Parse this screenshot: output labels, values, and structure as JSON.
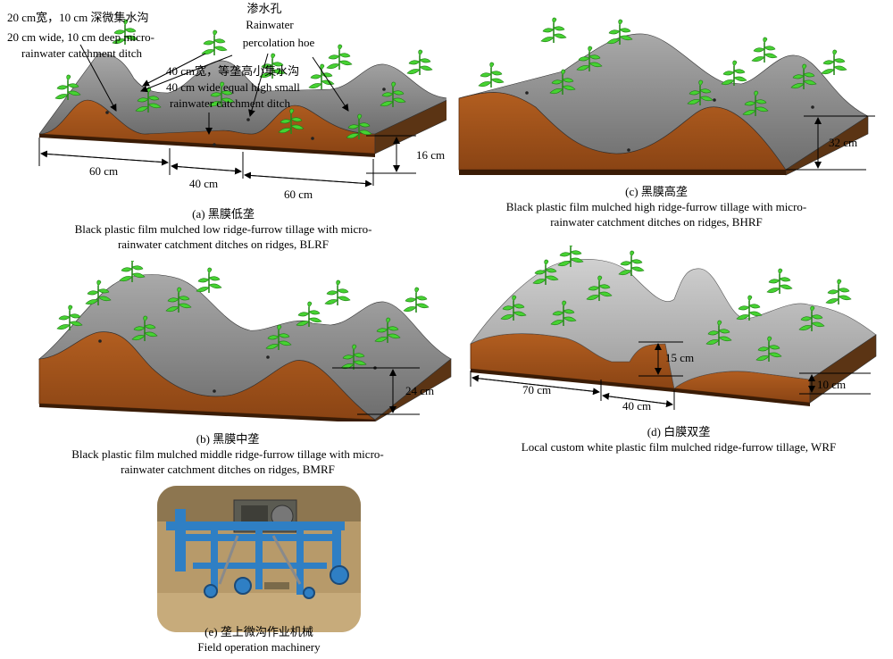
{
  "panel_a": {
    "label_ditch_zh": "20 cm宽，10 cm 深微集水沟",
    "label_ditch_en_1": "20 cm wide, 10 cm deep micro-",
    "label_ditch_en_2": "rainwater catchment ditch",
    "label_hole_zh": "渗水孔",
    "label_hole_en_1": "Rainwater",
    "label_hole_en_2": "percolation hoe",
    "label_equal_zh": "40 cm宽，等垄高小集水沟",
    "label_equal_en_1": "40 cm wide equal high small",
    "label_equal_en_2": "rainwater catchment ditch",
    "dim_left": "60 cm",
    "dim_mid": "40 cm",
    "dim_right": "60 cm",
    "dim_height": "16 cm",
    "caption_zh": "(a) 黑膜低垄",
    "caption_en_1": "Black plastic film mulched low ridge-furrow tillage with micro-",
    "caption_en_2": "rainwater catchment ditches on ridges, BLRF"
  },
  "panel_b": {
    "dim_height": "24 cm",
    "caption_zh": "(b) 黑膜中垄",
    "caption_en_1": "Black plastic film mulched middle ridge-furrow tillage with micro-",
    "caption_en_2": "rainwater catchment ditches on ridges, BMRF"
  },
  "panel_c": {
    "dim_height": "32 cm",
    "caption_zh": "(c) 黑膜高垄",
    "caption_en_1": "Black plastic film mulched high ridge-furrow tillage with micro-",
    "caption_en_2": "rainwater catchment ditches on ridges, BHRF"
  },
  "panel_d": {
    "dim_left": "70 cm",
    "dim_mid": "40 cm",
    "dim_ridge": "15 cm",
    "dim_right": "10 cm",
    "caption_zh": "(d) 白膜双垄",
    "caption_en_1": "Local custom white plastic film mulched ridge-furrow tillage, WRF"
  },
  "panel_e": {
    "caption_zh": "(e) 垄上微沟作业机械",
    "caption_en_1": "Field operation machinery"
  },
  "colors": {
    "soil": "#a0521c",
    "soil_dark": "#6e3410",
    "film_black": "#8c8c8c",
    "film_white": "#bfbfbf",
    "plant": "#3cc82a",
    "machine": "#2f7fc4",
    "sand": "#b79a6a"
  }
}
